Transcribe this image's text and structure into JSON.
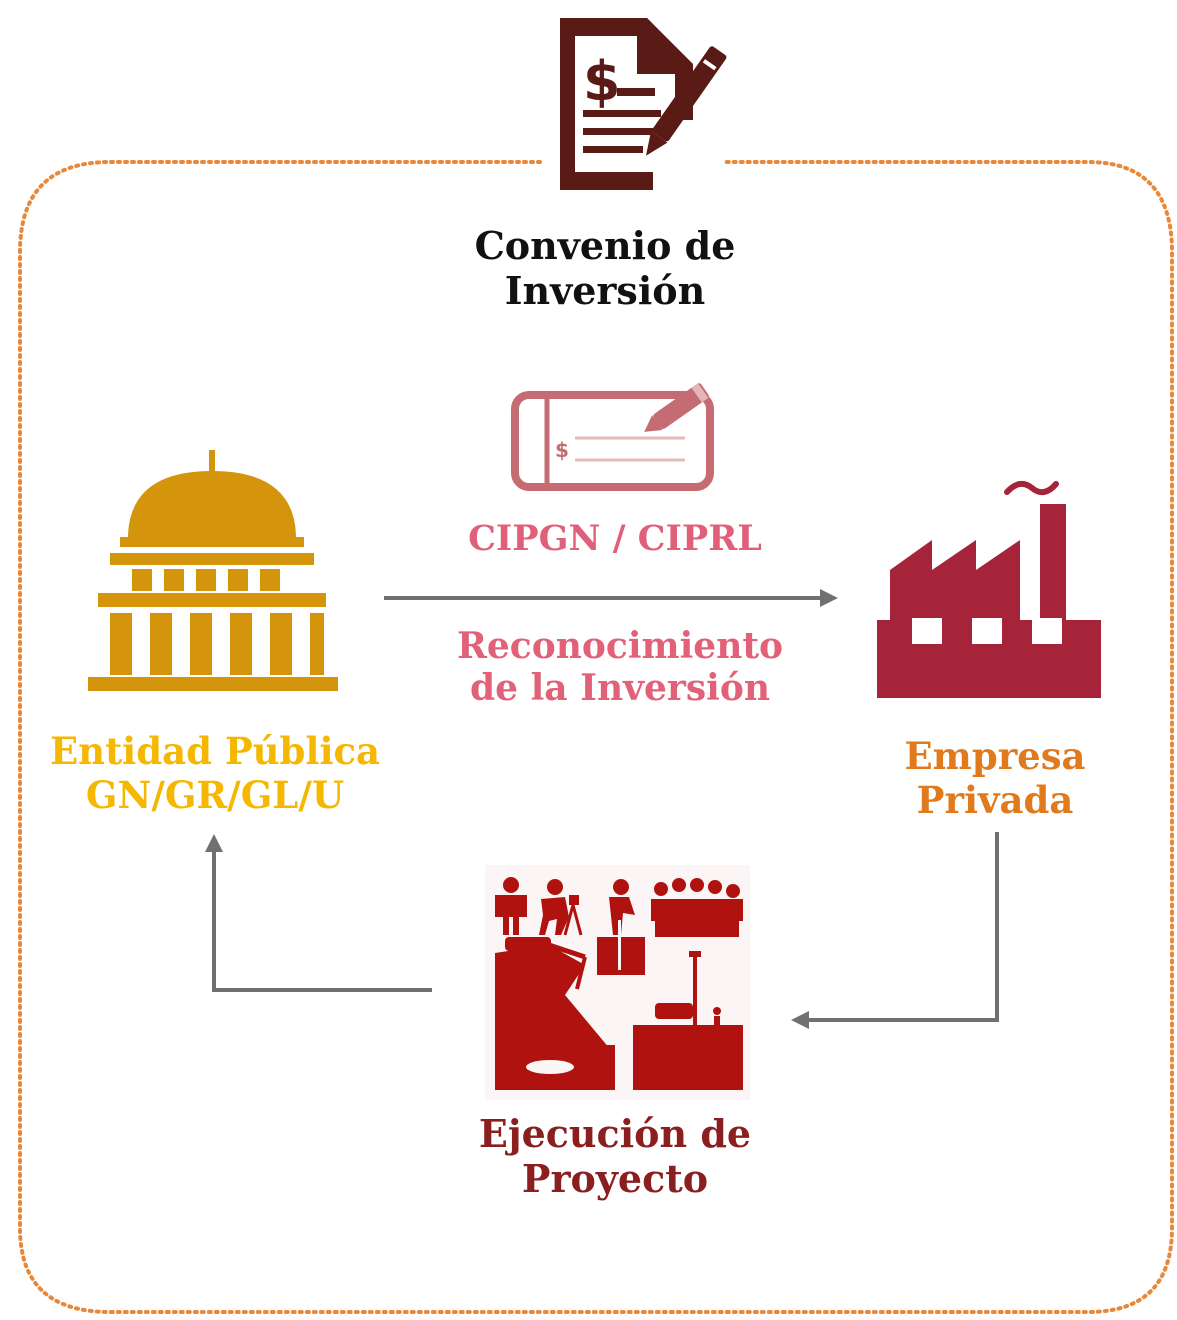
{
  "diagram": {
    "top": {
      "line1": "Convenio de",
      "line2": "Inversión",
      "icon": "investment-contract-document-icon"
    },
    "certificate": {
      "label": "CIPGN / CIPRL",
      "icon": "check-certificate-icon",
      "icon_text": "$"
    },
    "recognition": {
      "line1": "Reconocimiento",
      "line2": "de la Inversión"
    },
    "public_entity": {
      "line1": "Entidad Pública",
      "line2": "GN/GR/GL/U",
      "icon": "government-building-icon"
    },
    "private_company": {
      "line1": "Empresa",
      "line2": "Privada",
      "icon": "factory-icon"
    },
    "execution": {
      "line1": "Ejecución de",
      "line2": "Proyecto",
      "icon": "construction-works-icon"
    },
    "colors": {
      "frame_border": "#e8893a",
      "document": "#5a1a16",
      "building": "#d4940b",
      "building_label": "#f5b700",
      "factory": "#a6243a",
      "company_label": "#e07a1c",
      "certificate": "#c56b72",
      "certificate_label": "#e0607a",
      "recognition_label": "#e06178",
      "execution": "#b0120f",
      "execution_label": "#8b1f1f",
      "arrow": "#707070"
    }
  }
}
